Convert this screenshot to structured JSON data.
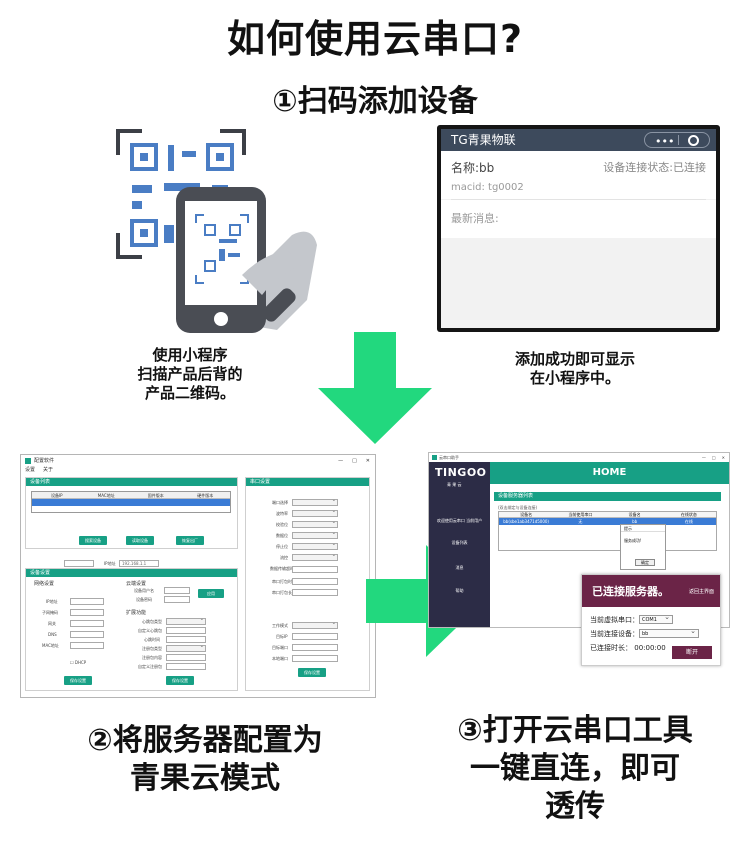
{
  "title": "如何使用云串口?",
  "step1": {
    "title": "①扫码添加设备",
    "caption_left": [
      "使用小程序",
      "扫描产品后背的",
      "产品二维码。"
    ],
    "caption_right": [
      "添加成功即可显示",
      "在小程序中。"
    ]
  },
  "phone": {
    "app_title": "TG青果物联",
    "capsule_dots": "•••",
    "device_name": "名称:bb",
    "status": "设备连接状态:已连接",
    "macid": "macid: tg0002",
    "latest_msg": "最新消息:"
  },
  "step2": {
    "title": [
      "②将服务器配置为",
      "青果云模式"
    ]
  },
  "step3": {
    "title": [
      "③打开云串口工具",
      "一键直连，即可",
      "透传"
    ]
  },
  "config_window": {
    "title": "配置软件",
    "menu": [
      "设置",
      "关于"
    ],
    "device_list_header": "设备列表",
    "table_columns": [
      "设备IP",
      "MAC地址",
      "固件版本",
      "硬件版本"
    ],
    "buttons": {
      "search": "搜索设备",
      "read": "读取设备",
      "restore": "恢复出厂",
      "save_left": "保存设置",
      "save_mid": "保存设置",
      "save_right": "保存设置",
      "apply": "应用"
    },
    "device_settings_header": "设备设置",
    "serial_settings_header": "串口设置",
    "network_settings": "网络设置",
    "cloud_settings": "云端设置",
    "extension": "扩展功能",
    "fields_left": [
      "IP地址",
      "子网掩码",
      "网关",
      "DNS",
      "MAC地址"
    ],
    "dhcp_label": "DHCP",
    "cloud_fields": [
      "设备用户名",
      "设备密码"
    ],
    "ext_fields": [
      "心跳包类型",
      "自定义心跳包",
      "心跳时间",
      "注册包类型",
      "注册包内容",
      "自定义注册包"
    ],
    "serial_fields": [
      "端口选择",
      "波特率",
      "校验位",
      "数据位",
      "停止位",
      "流控",
      "数据传输超时时间",
      "串口打包时长",
      "串口打包长度"
    ],
    "work_fields": [
      "工作模式",
      "目标IP",
      "目标端口",
      "本地端口"
    ],
    "ip_label": "IP地址",
    "ip_value": "192.168.1.1"
  },
  "tingoo_window": {
    "window_title": "云串口助手",
    "brand": "TINGOO",
    "brand_sub": "青 果 云",
    "header": "HOME",
    "nav": [
      "欢迎使用云串口 当前用户",
      "设备列表",
      "消息",
      "帮助"
    ],
    "section": "设备服务器列表",
    "hint": "(双击绑定与设备连接)",
    "columns": [
      "设备名",
      "当前使用串口",
      "设备名",
      "在线状态"
    ],
    "row": [
      "bb(sbe1ab3471d5000)",
      "无",
      "bb",
      "在线"
    ],
    "dialog_title": "提示",
    "dialog_msg": "服务成功!",
    "dialog_btn": "确定",
    "popup": {
      "title": "已连接服务器。",
      "back": "返回主界面",
      "virtual_port_label": "当前虚拟串口：",
      "virtual_port_value": "COM1",
      "device_label": "当前连接设备：",
      "device_value": "bb",
      "duration_label": "已连接时长：",
      "duration_value": "00:00:00",
      "open_button": "断开"
    }
  },
  "colors": {
    "accent_green": "#17a085",
    "arrow_green": "#22d87e",
    "popup_maroon": "#6b2447",
    "sidebar": "#2c2c46"
  }
}
